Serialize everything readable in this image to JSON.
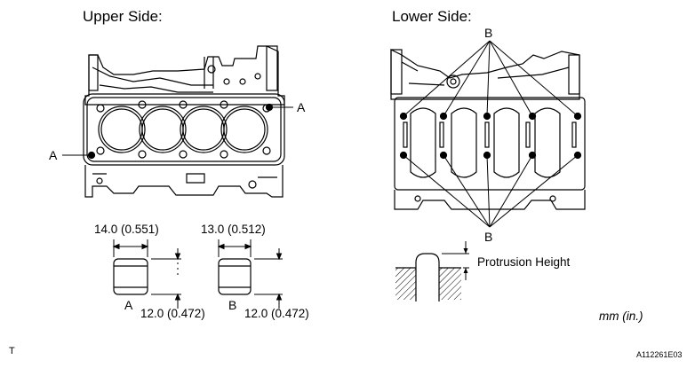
{
  "titles": {
    "upper": "Upper Side:",
    "lower": "Lower Side:"
  },
  "callouts": {
    "a_right": "A",
    "a_left": "A",
    "b_top": "B",
    "b_bottom": "B"
  },
  "pin_a": {
    "width_label": "14.0 (0.551)",
    "height_label": "12.0 (0.472)",
    "letter": "A"
  },
  "pin_b": {
    "width_label": "13.0 (0.512)",
    "height_label": "12.0 (0.472)",
    "letter": "B"
  },
  "protrusion": {
    "label": "Protrusion Height"
  },
  "units": "mm (in.)",
  "footer": {
    "left_mark": "T",
    "figure_id": "A112261E03"
  }
}
